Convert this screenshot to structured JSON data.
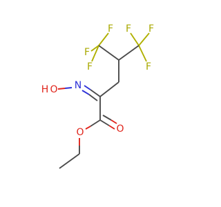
{
  "molecule": {
    "atoms": {
      "f1": {
        "symbol": "F",
        "color": "#a8a800"
      },
      "f2": {
        "symbol": "F",
        "color": "#a8a800"
      },
      "f3": {
        "symbol": "F",
        "color": "#a8a800"
      },
      "f4": {
        "symbol": "F",
        "color": "#a8a800"
      },
      "f5": {
        "symbol": "F",
        "color": "#a8a800"
      },
      "f6": {
        "symbol": "F",
        "color": "#a8a800"
      },
      "hydroxyl_o": {
        "symbol": "O",
        "color": "#e0241b"
      },
      "hydroxyl_h": {
        "symbol": "H",
        "color": "#e0241b"
      },
      "oxime_n": {
        "symbol": "N",
        "color": "#2d31d8"
      },
      "ester_o": {
        "symbol": "O",
        "color": "#e0241b"
      },
      "carbonyl_o": {
        "symbol": "O",
        "color": "#e0241b"
      }
    }
  }
}
